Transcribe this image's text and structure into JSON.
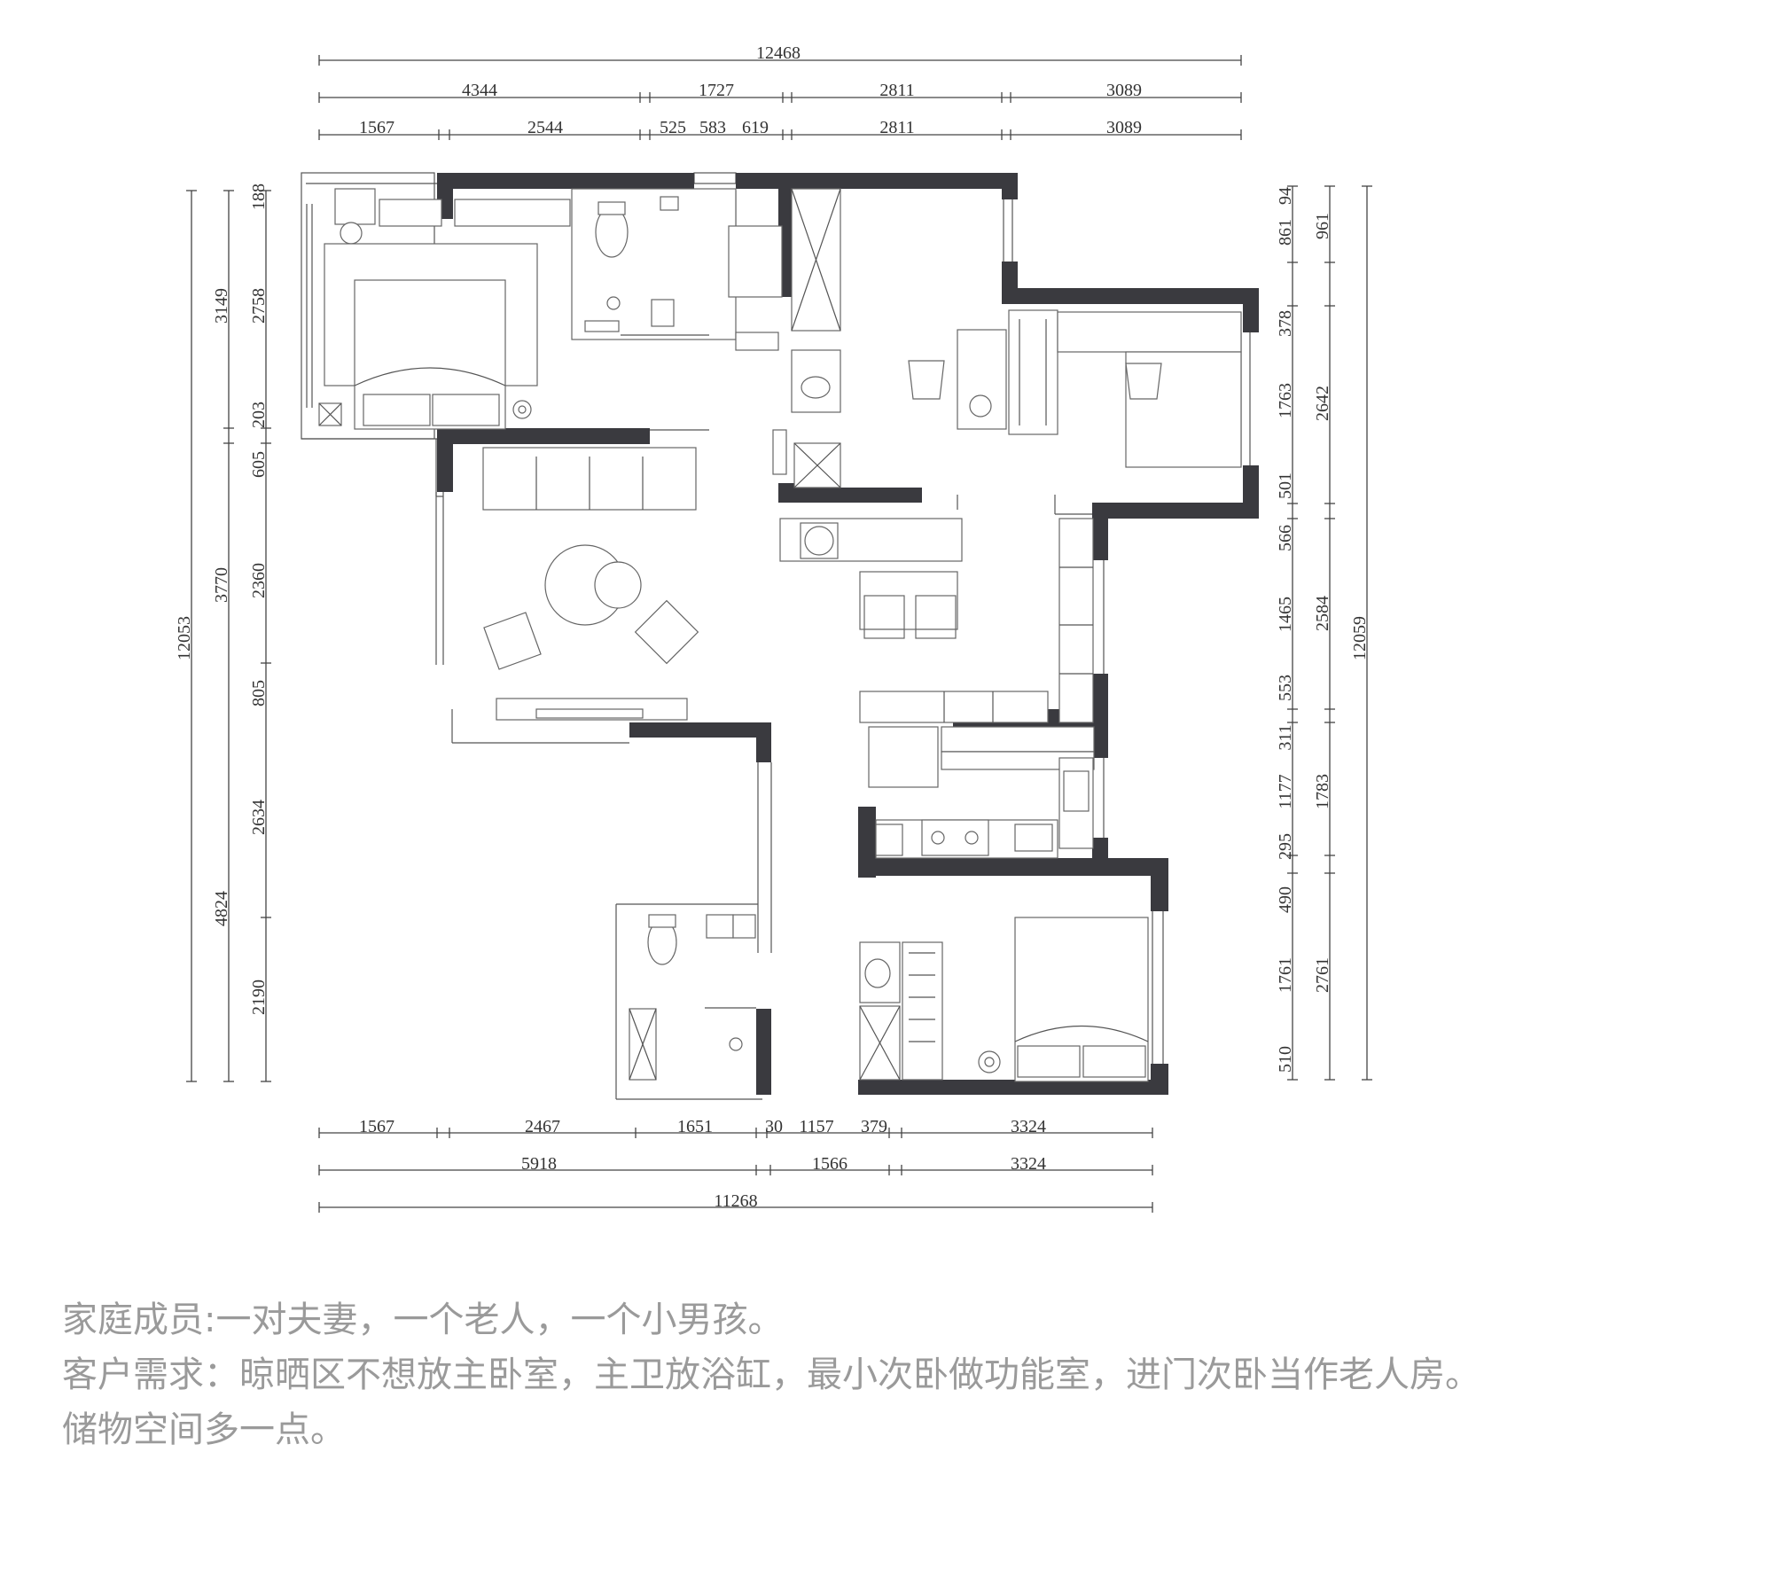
{
  "dimensions": {
    "top": {
      "total": "12468",
      "row2": [
        "4344",
        "1727",
        "2811",
        "3089"
      ],
      "row3": [
        "1567",
        "2544",
        "525",
        "583",
        "619",
        "2811",
        "3089"
      ]
    },
    "bottom": {
      "row1": [
        "1567",
        "2467",
        "1651",
        "30",
        "1157",
        "379",
        "3324"
      ],
      "row2": [
        "5918",
        "1566",
        "3324"
      ],
      "total": "11268"
    },
    "left": {
      "total": "12053",
      "outer": [
        "3149",
        "3770",
        "4824"
      ],
      "inner": [
        "188",
        "2758",
        "203",
        "605",
        "2360",
        "805",
        "2634",
        "2190"
      ]
    },
    "right": {
      "inner": [
        "861",
        "94",
        "378",
        "1763",
        "501",
        "566",
        "1465",
        "553",
        "311",
        "1177",
        "295",
        "490",
        "1761",
        "510"
      ],
      "outer": [
        "961",
        "2642",
        "2584",
        "1783",
        "2761"
      ],
      "total": "12059"
    }
  },
  "notes": {
    "family": "家庭成员:一对夫妻，一个老人，一个小男孩。",
    "requirements": "客户需求：晾晒区不想放主卧室，主卫放浴缸，最小次卧做功能室，进门次卧当作老人房。",
    "storage": "储物空间多一点。"
  },
  "colors": {
    "wall": "#3a3a3f",
    "text": "#9a9a9a",
    "line": "#444444"
  }
}
